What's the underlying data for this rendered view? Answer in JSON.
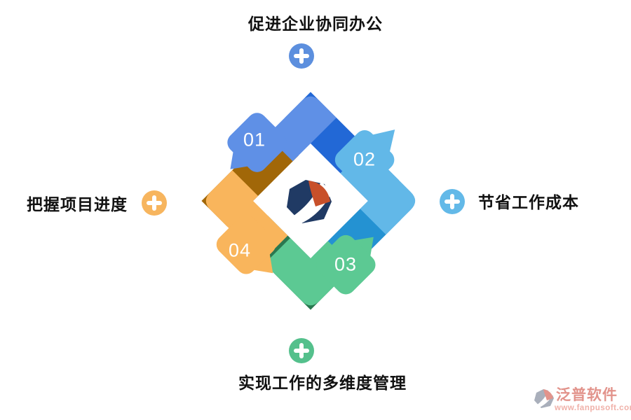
{
  "diagram": {
    "type": "cycle",
    "steps": [
      {
        "number": "01",
        "position": "top-left",
        "color": "#5f90e6",
        "under_color": "#2268d6"
      },
      {
        "number": "02",
        "position": "right",
        "color": "#62b8e8",
        "under_color": "#2492d2"
      },
      {
        "number": "03",
        "position": "bottom-right",
        "color": "#5cc993",
        "under_color": "#2a7850"
      },
      {
        "number": "04",
        "position": "bottom-left",
        "color": "#f9b55c",
        "under_color": "#a16708"
      }
    ],
    "center_logo": "fanpu-logo",
    "logo_colors": {
      "navy": "#203a64",
      "orange": "#c8502a"
    }
  },
  "benefits": {
    "top": {
      "label": "促进企业协同办公",
      "plus_color": "#5c8fde"
    },
    "right": {
      "label": "节省工作成本",
      "plus_color": "#63b9e8"
    },
    "bottom": {
      "label": "实现工作的多维度管理",
      "plus_color": "#54c08c"
    },
    "left": {
      "label": "把握项目进度",
      "plus_color": "#f7b55e"
    }
  },
  "watermark": {
    "brand": "泛普软件",
    "url": "www.fanpusoft.com",
    "text_color": "#e2938b"
  }
}
